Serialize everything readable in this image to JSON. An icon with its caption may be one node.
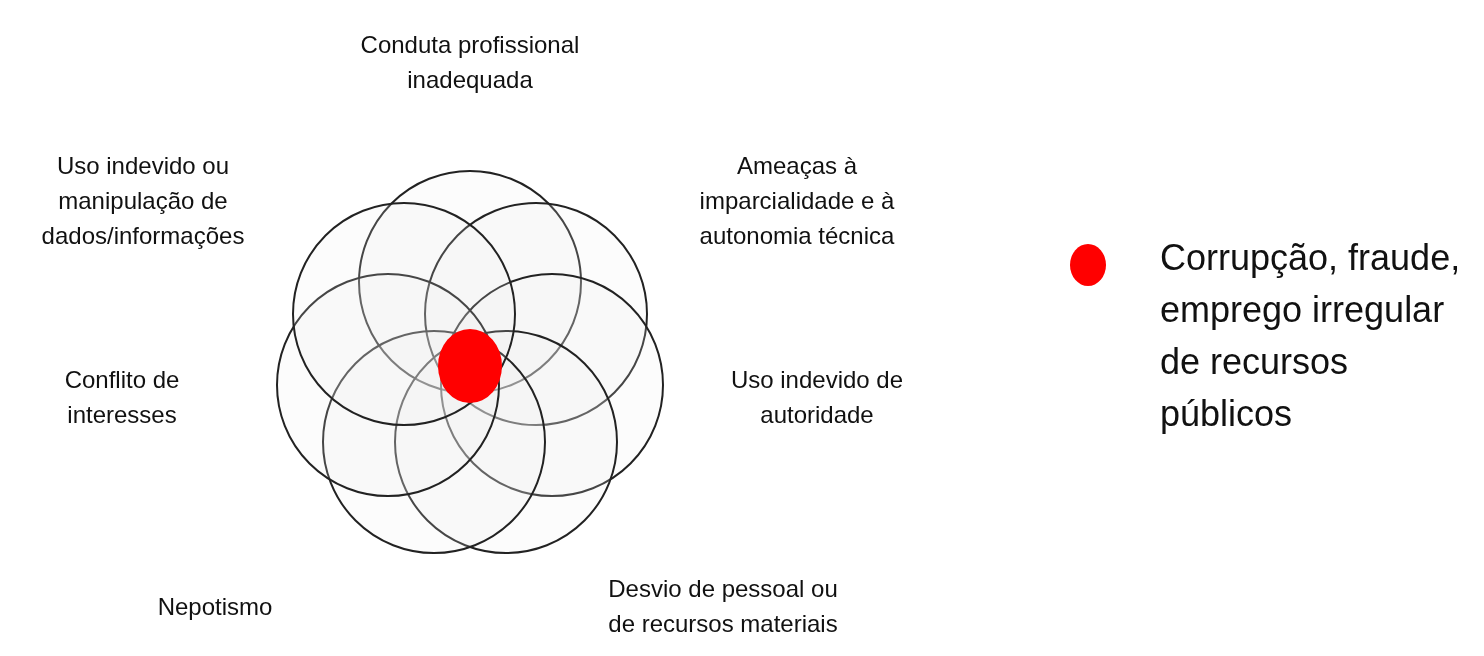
{
  "diagram": {
    "nodes": [
      {
        "text": [],
        "shape": "circle"
      },
      {
        "text": [],
        "shape": "circle"
      },
      {
        "text": [],
        "shape": "circle"
      },
      {
        "text": [],
        "shape": "circle"
      },
      {
        "text": [],
        "shape": "circle"
      },
      {
        "text": [],
        "shape": "circle"
      },
      {
        "text": [],
        "shape": "circle"
      },
      {
        "text": [],
        "shape": "circle"
      }
    ],
    "labels": [
      "Conduta profissional inadequada",
      "Uso indevido ou manipulação de dados/informações",
      "Ameaças à imparcialidade e à autonomia técnica",
      "Conflito de interesses",
      "Uso indevido de autoridade",
      "Nepotismo",
      "Desvio de pessoal ou de recursos materiais"
    ],
    "legend": [
      {
        "text": "Corrupção, fraude, emprego irregular de recursos públicos",
        "color": "#ff0000"
      }
    ]
  }
}
